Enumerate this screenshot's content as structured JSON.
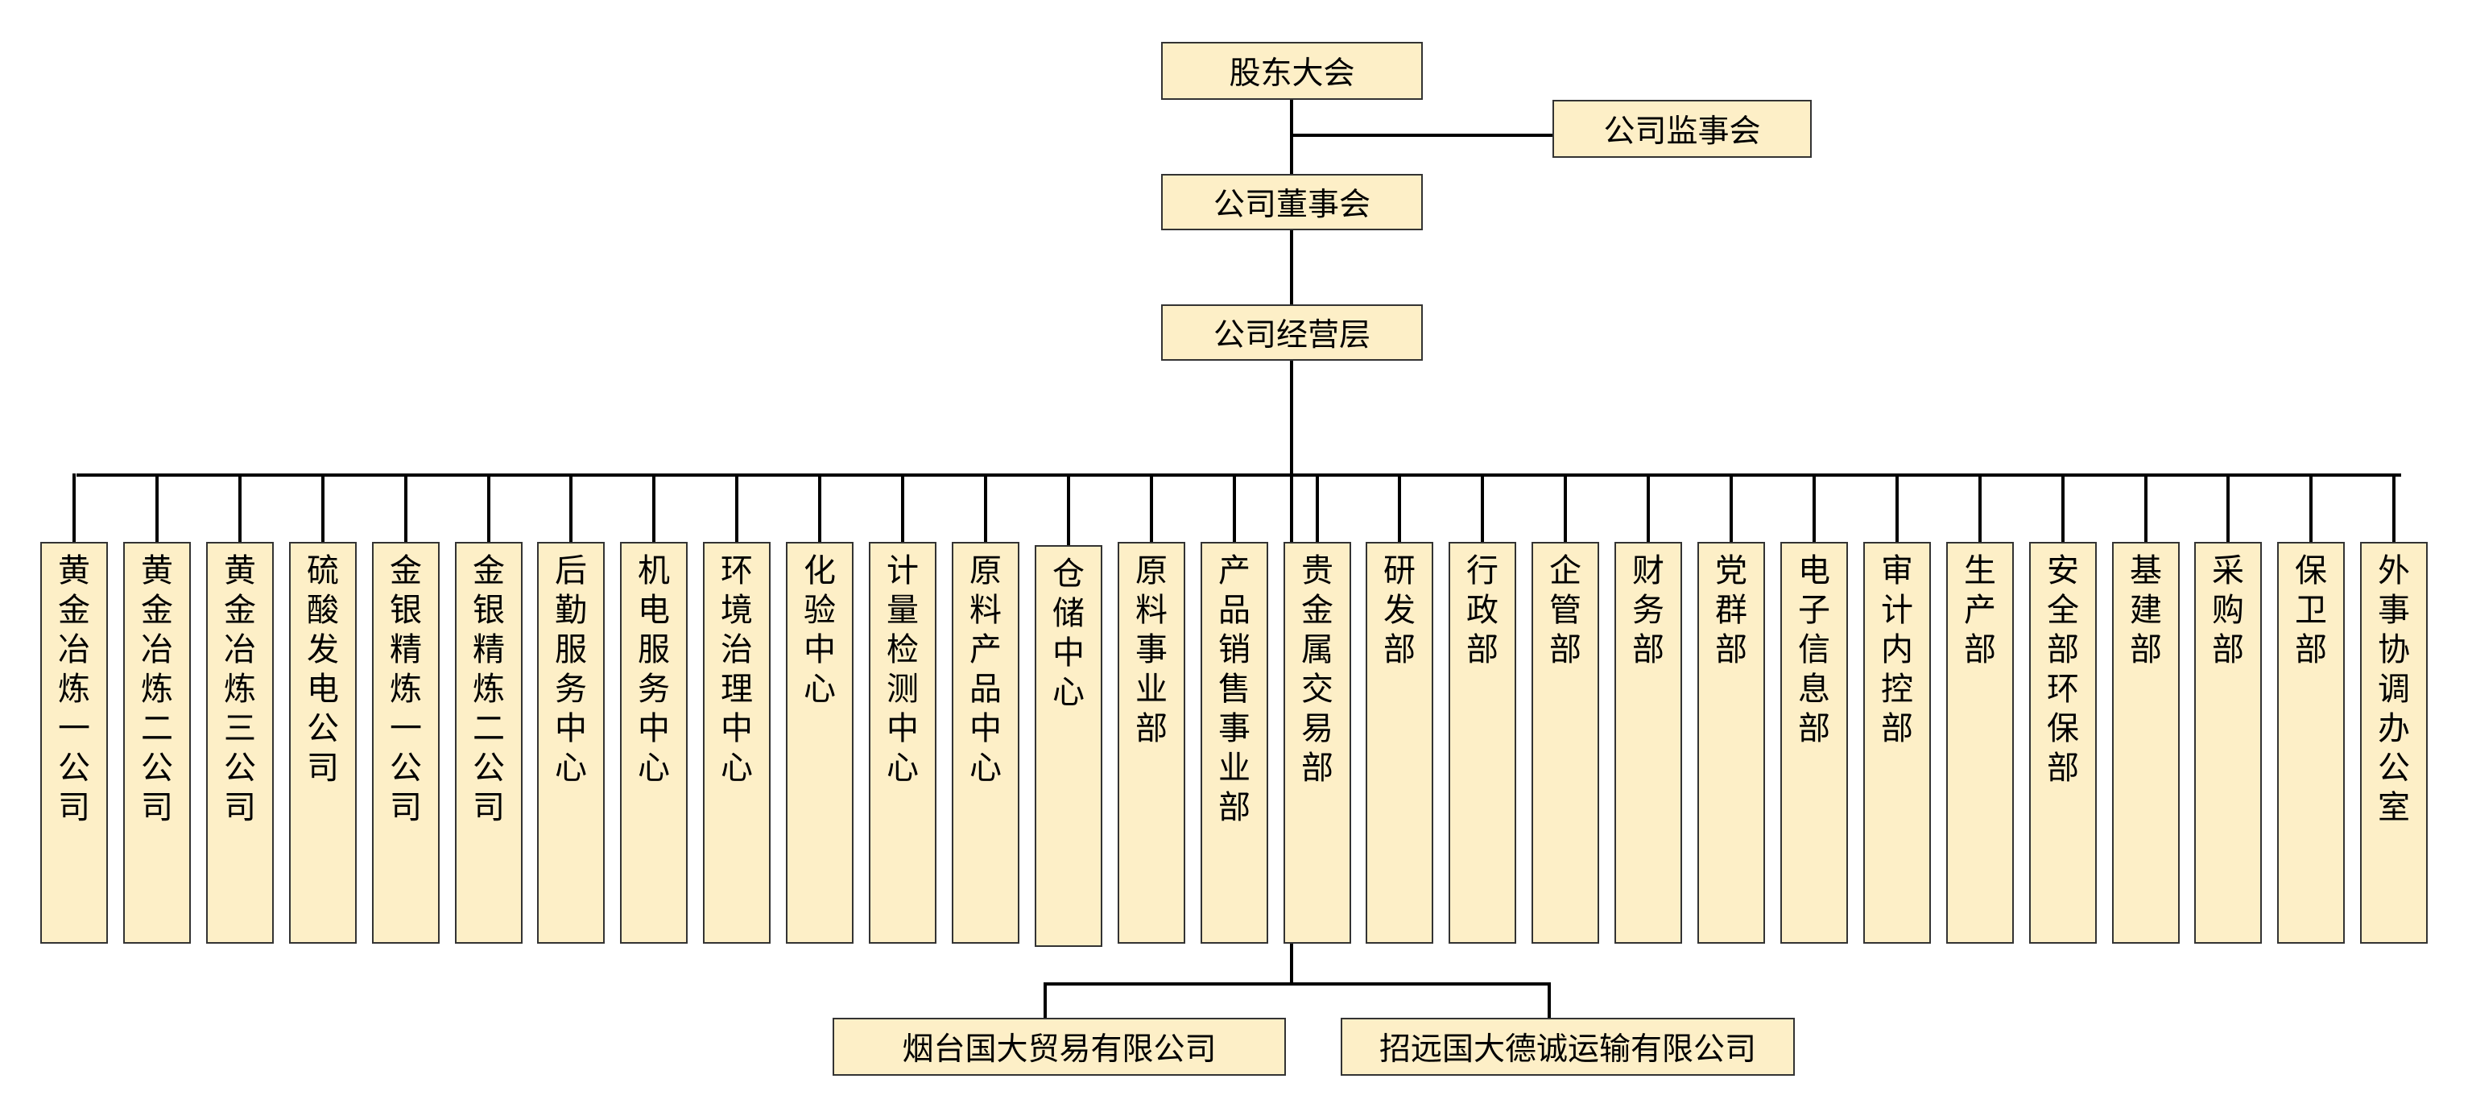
{
  "chart": {
    "shareholders_meeting": "股东大会",
    "board_of_supervisors": "公司监事会",
    "board_of_directors": "公司董事会",
    "management": "公司经营层",
    "departments": [
      "黄金冶炼一公司",
      "黄金冶炼二公司",
      "黄金冶炼三公司",
      "硫酸发电公司",
      "金银精炼一公司",
      "金银精炼二公司",
      "后勤服务中心",
      "机电服务中心",
      "环境治理中心",
      "化验中心",
      "计量检测中心",
      "原料产品中心",
      "仓储中心",
      "原料事业部",
      "产品销售事业部",
      "贵金属交易部",
      "研发部",
      "行政部",
      "企管部",
      "财务部",
      "党群部",
      "电子信息部",
      "审计内控部",
      "生产部",
      "安全部环保部",
      "基建部",
      "采购部",
      "保卫部",
      "外事协调办公室"
    ],
    "subsidiaries": [
      "烟台国大贸易有限公司",
      "招远国大德诚运输有限公司"
    ]
  },
  "colors": {
    "box_fill": "#fdefc7",
    "box_border": "#333333",
    "connector": "#000000"
  }
}
